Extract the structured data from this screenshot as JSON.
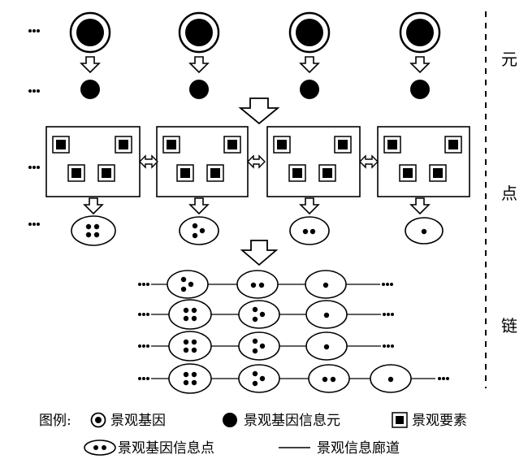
{
  "side_labels": {
    "yuan": "元",
    "dian": "点",
    "lian": "链"
  },
  "ellipsis": "···",
  "rows": {
    "genes_count": 4,
    "info_element_count": 4,
    "unit_dot_counts": [
      4,
      4,
      4,
      4
    ],
    "info_point_dots": [
      4,
      3,
      2,
      1
    ]
  },
  "chains": [
    {
      "nodes": [
        3,
        2,
        1
      ]
    },
    {
      "nodes": [
        4,
        3,
        1
      ]
    },
    {
      "nodes": [
        4,
        3,
        1
      ]
    },
    {
      "nodes": [
        4,
        3,
        2,
        1
      ]
    }
  ],
  "legend": {
    "prefix": "图例:",
    "items": [
      {
        "symbol": "gene-symbol",
        "label": "景观基因"
      },
      {
        "symbol": "info-element-symbol",
        "label": "景观基因信息元"
      },
      {
        "symbol": "landscape-element-symbol",
        "label": "景观要素"
      },
      {
        "symbol": "info-point-symbol",
        "label": "景观基因信息点"
      },
      {
        "symbol": "corridor-line-symbol",
        "label": "景观信息廊道"
      }
    ]
  }
}
